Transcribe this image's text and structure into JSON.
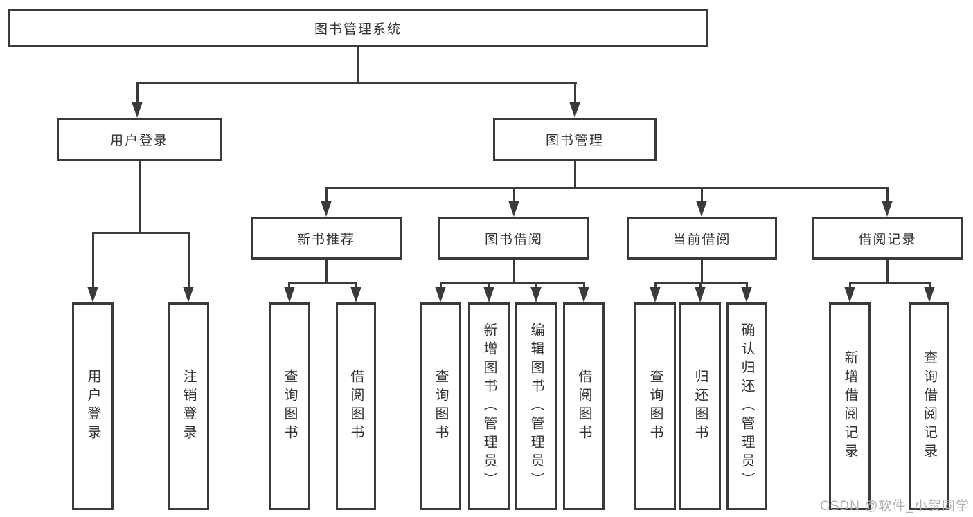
{
  "n": {
    "root": "图书管理系统",
    "user_login": "用户登录",
    "book_mgmt": "图书管理",
    "new_book": "新书推荐",
    "book_borrow": "图书借阅",
    "current_borrow": "当前借阅",
    "borrow_record": "借阅记录",
    "leaf_user_login": "用户登录",
    "leaf_logout": "注销登录",
    "leaf_nb_query": "查询图书",
    "leaf_nb_borrow": "借阅图书",
    "leaf_bb_query": "查询图书",
    "leaf_bb_add": "新增图书（管理员）",
    "leaf_bb_edit": "编辑图书（管理员）",
    "leaf_bb_borrow": "借阅图书",
    "leaf_cb_query": "查询图书",
    "leaf_cb_return": "归还图书",
    "leaf_cb_confirm": "确认归还（管理员）",
    "leaf_br_add": "新增借阅记录",
    "leaf_br_query": "查询借阅记录"
  },
  "hierarchy": {
    "root": "图书管理系统",
    "branches": [
      {
        "label": "用户登录",
        "children": [
          "用户登录",
          "注销登录"
        ]
      },
      {
        "label": "图书管理",
        "children": [
          {
            "label": "新书推荐",
            "children": [
              "查询图书",
              "借阅图书"
            ]
          },
          {
            "label": "图书借阅",
            "children": [
              "查询图书",
              "新增图书（管理员）",
              "编辑图书（管理员）",
              "借阅图书"
            ]
          },
          {
            "label": "当前借阅",
            "children": [
              "查询图书",
              "归还图书",
              "确认归还（管理员）"
            ]
          },
          {
            "label": "借阅记录",
            "children": [
              "新增借阅记录",
              "查询借阅记录"
            ]
          }
        ]
      }
    ]
  },
  "watermark": "CSDN @软件_小贺同学",
  "colors": {
    "line": "#3a3a3a",
    "text": "#333333",
    "box_bg": "#ffffff",
    "watermark": "#b0b0b0"
  }
}
